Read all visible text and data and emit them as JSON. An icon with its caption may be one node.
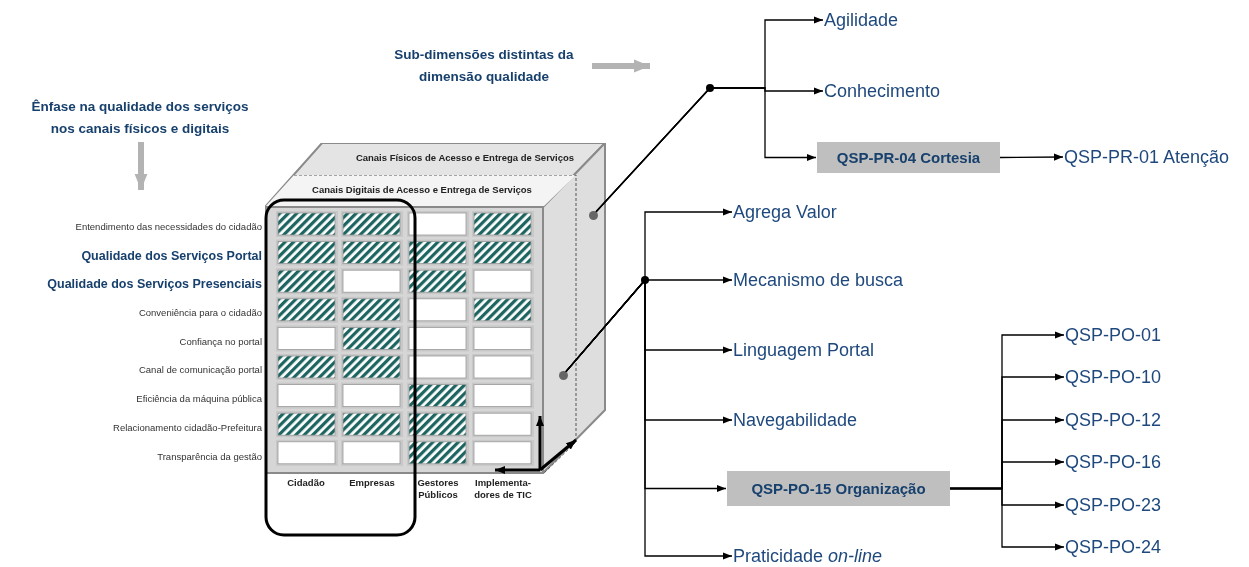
{
  "diagram": {
    "nodes": [
      {
        "text": [
          "Sub-dimensões distintas da dimensão qualidade"
        ]
      },
      {
        "text": [
          "Ênfase na qualidade dos serviços nos canais físicos e digitais"
        ]
      },
      {
        "text": [
          "Canais Físicos de Acesso e Entrega de Serviços"
        ]
      },
      {
        "text": [
          "Canais Digitais de Acesso e Entrega de Serviços"
        ],
        "in": 2
      },
      {
        "text": [],
        "shape": "circle",
        "in": 2
      },
      {
        "text": [],
        "shape": "circle",
        "in": 2
      },
      {
        "text": [
          "Agilidade"
        ]
      },
      {
        "text": [
          "Conhecimento"
        ]
      },
      {
        "text": [
          "QSP-PR-04 Cortesia"
        ]
      },
      {
        "text": [
          "QSP-PR-01 Atenção"
        ]
      },
      {
        "text": [
          "Agrega Valor"
        ]
      },
      {
        "text": [
          "Mecanismo de busca"
        ]
      },
      {
        "text": [
          "Linguagem Portal"
        ]
      },
      {
        "text": [
          "Navegabilidade"
        ]
      },
      {
        "text": [
          "QSP-PO-15 Organização"
        ]
      },
      {
        "text": [
          "Praticidade *on-line*"
        ]
      },
      {
        "text": [
          "QSP-PO-01"
        ]
      },
      {
        "text": [
          "QSP-PO-10"
        ]
      },
      {
        "text": [
          "QSP-PO-12"
        ]
      },
      {
        "text": [
          "QSP-PO-16"
        ]
      },
      {
        "text": [
          "QSP-PO-23"
        ]
      },
      {
        "text": [
          "QSP-PO-24"
        ]
      }
    ],
    "edges": [
      {
        "from": 0,
        "to": null,
        "arrow": "to",
        "style": "thick",
        "color": "#b3b3b3"
      },
      {
        "from": 1,
        "to": null,
        "arrow": "to",
        "style": "thick",
        "color": "#b3b3b3"
      },
      {
        "from": 4,
        "to": 6,
        "arrow": "to"
      },
      {
        "from": 4,
        "to": 7,
        "arrow": "to"
      },
      {
        "from": 4,
        "to": 8,
        "arrow": "to"
      },
      {
        "from": 8,
        "to": 9,
        "arrow": "to"
      },
      {
        "from": 5,
        "to": 10,
        "arrow": "to"
      },
      {
        "from": 5,
        "to": 11,
        "arrow": "to"
      },
      {
        "from": 5,
        "to": 12,
        "arrow": "to"
      },
      {
        "from": 5,
        "to": 13,
        "arrow": "to"
      },
      {
        "from": 5,
        "to": 14,
        "arrow": "to"
      },
      {
        "from": 5,
        "to": 15,
        "arrow": "to"
      },
      {
        "from": 14,
        "to": 16,
        "arrow": "to"
      },
      {
        "from": 14,
        "to": 17,
        "arrow": "to"
      },
      {
        "from": 14,
        "to": 18,
        "arrow": "to"
      },
      {
        "from": 14,
        "to": 19,
        "arrow": "to"
      },
      {
        "from": 14,
        "to": 20,
        "arrow": "to"
      },
      {
        "from": 14,
        "to": 21,
        "arrow": "to"
      }
    ],
    "labels": [
      "Entendimento das necessidades do cidadão",
      "Qualidade dos Serviços Portal",
      "Qualidade dos Serviços Presenciais",
      "Conveniência para o cidadão",
      "Confiança no portal",
      "Canal de comunicação portal",
      "Eficiência da máquina pública",
      "Relacionamento cidadão-Prefeitura",
      "Transparência da gestão",
      "Cidadão",
      "Empresas",
      "Gestores Públicos",
      "Implementa- dores de TIC"
    ]
  }
}
